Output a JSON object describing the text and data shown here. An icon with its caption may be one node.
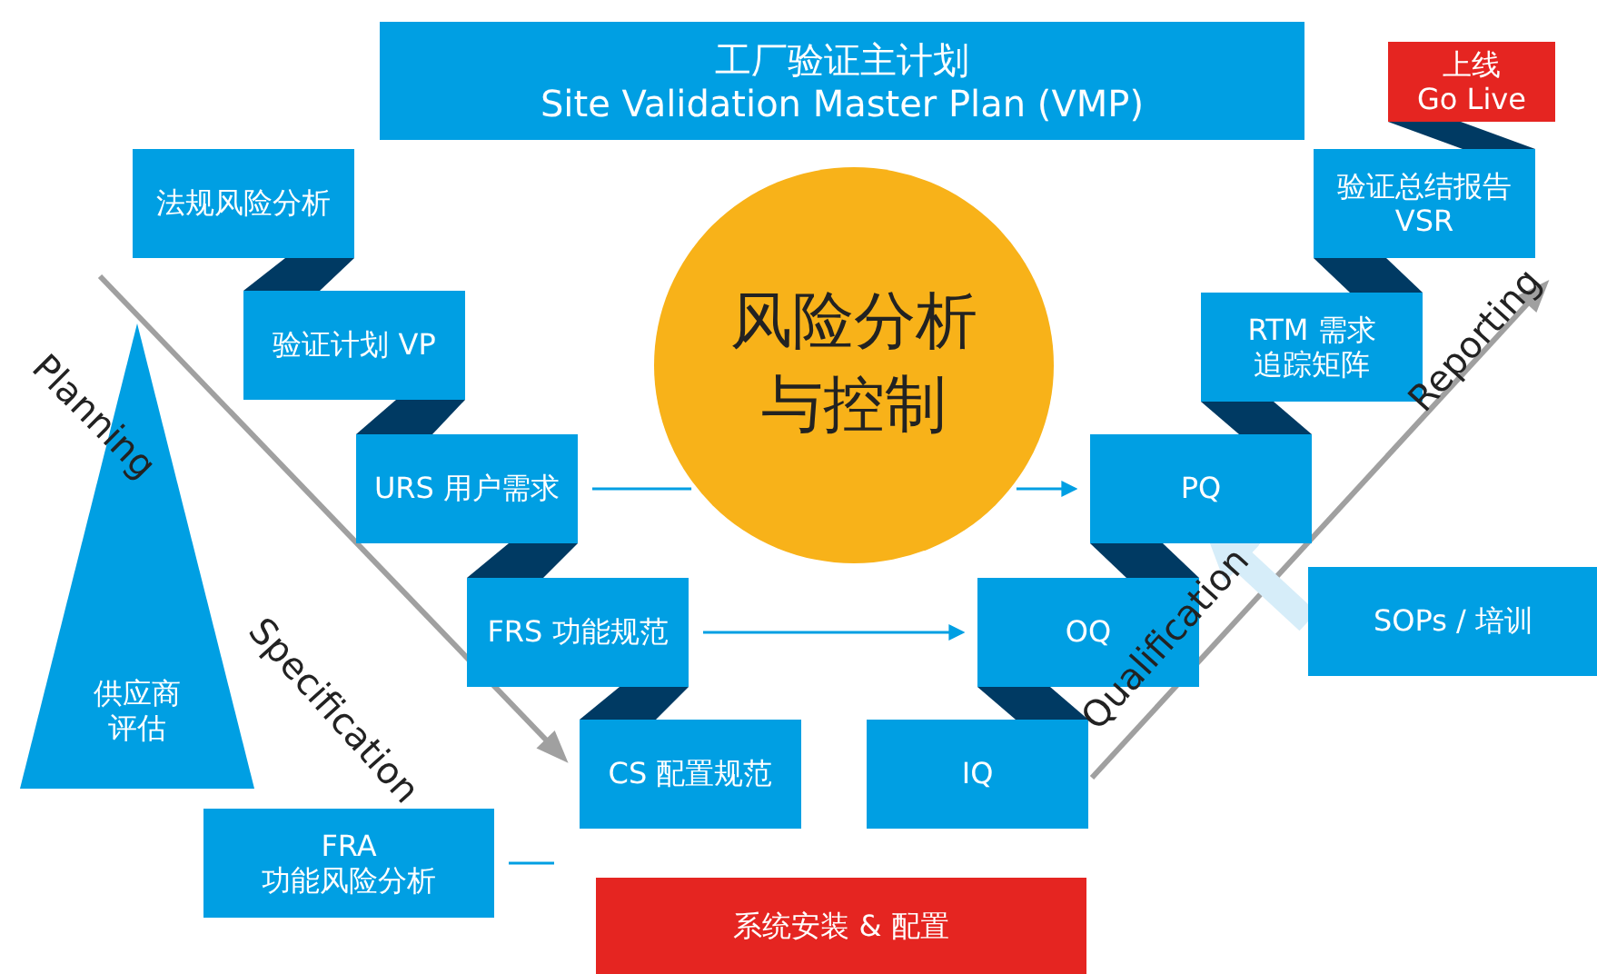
{
  "diagram": {
    "nodes": [
      {
        "text": [
          "工厂验证主计划",
          "Site Validation Master Plan (VMP)"
        ]
      },
      {
        "text": [
          "法规风险分析"
        ]
      },
      {
        "text": [
          "验证计划 VP"
        ]
      },
      {
        "text": [
          "URS 用户需求"
        ]
      },
      {
        "text": [
          "FRS 功能规范"
        ]
      },
      {
        "text": [
          "CS 配置规范"
        ]
      },
      {
        "text": [
          "风险分析与控制"
        ]
      },
      {
        "text": [
          "PQ"
        ]
      },
      {
        "text": [
          "OQ"
        ]
      },
      {
        "text": [
          "IQ"
        ]
      },
      {
        "text": [
          "RTM 需求追踪矩阵"
        ]
      },
      {
        "text": [
          "验证总结报告 VSR"
        ]
      },
      {
        "text": [
          "上线",
          "Go Live"
        ]
      },
      {
        "text": [
          "SOPs / 培训"
        ]
      },
      {
        "text": [
          "供应商评估"
        ]
      },
      {
        "text": [
          "FRA",
          "功能风险分析"
        ]
      },
      {
        "text": [
          "系统安装 & 配置"
        ]
      }
    ],
    "edges": [
      {
        "from": 3,
        "to": 6,
        "arrow": "none"
      },
      {
        "from": 6,
        "to": 7,
        "arrow": "to"
      },
      {
        "from": 4,
        "to": 8,
        "arrow": "to"
      },
      {
        "from": 15,
        "to": 5,
        "arrow": "none"
      },
      {
        "from": 13,
        "to": 7,
        "arrow": "to",
        "style": "thick",
        "color": "#d6edf9"
      },
      {
        "from": 1,
        "to": 2,
        "arrow": "none",
        "style": "thick",
        "color": "#003a63"
      },
      {
        "from": 2,
        "to": 3,
        "arrow": "none",
        "style": "thick",
        "color": "#003a63"
      },
      {
        "from": 3,
        "to": 4,
        "arrow": "none",
        "style": "thick",
        "color": "#003a63"
      },
      {
        "from": 4,
        "to": 5,
        "arrow": "none",
        "style": "thick",
        "color": "#003a63"
      },
      {
        "from": 9,
        "to": 8,
        "arrow": "none",
        "style": "thick",
        "color": "#003a63"
      },
      {
        "from": 8,
        "to": 7,
        "arrow": "none",
        "style": "thick",
        "color": "#003a63"
      },
      {
        "from": 7,
        "to": 10,
        "arrow": "none",
        "style": "thick",
        "color": "#003a63"
      },
      {
        "from": 10,
        "to": 11,
        "arrow": "none",
        "style": "thick",
        "color": "#003a63"
      },
      {
        "from": 11,
        "to": 12,
        "arrow": "none",
        "style": "thick",
        "color": "#003a63"
      }
    ],
    "labels": [
      "Planning",
      "Specification",
      "Qualification",
      "Reporting"
    ]
  }
}
